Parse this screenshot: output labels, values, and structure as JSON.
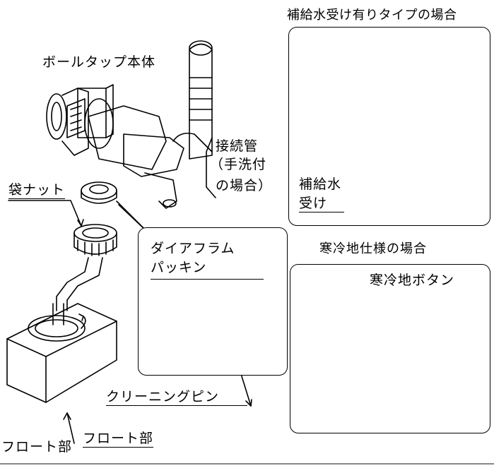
{
  "labels": {
    "ballTap": "ボールタップ本体",
    "connPipe1": "接続管",
    "connPipe2": "（手洗付",
    "connPipe3": "の場合）",
    "bagNut": "袋ナット",
    "diaphragm1": "ダイアフラム",
    "diaphragm2": "パッキン",
    "cleaningPin": "クリーニングピン",
    "floatPart": "フロート部",
    "floatPartDup": "フロート部",
    "makeupTitle": "補給水受け有りタイプの場合",
    "makeupLabel1": "補給水",
    "makeupLabel2": "受け",
    "coldTitle": "寒冷地仕様の場合",
    "coldButton": "寒冷地ボタン"
  }
}
